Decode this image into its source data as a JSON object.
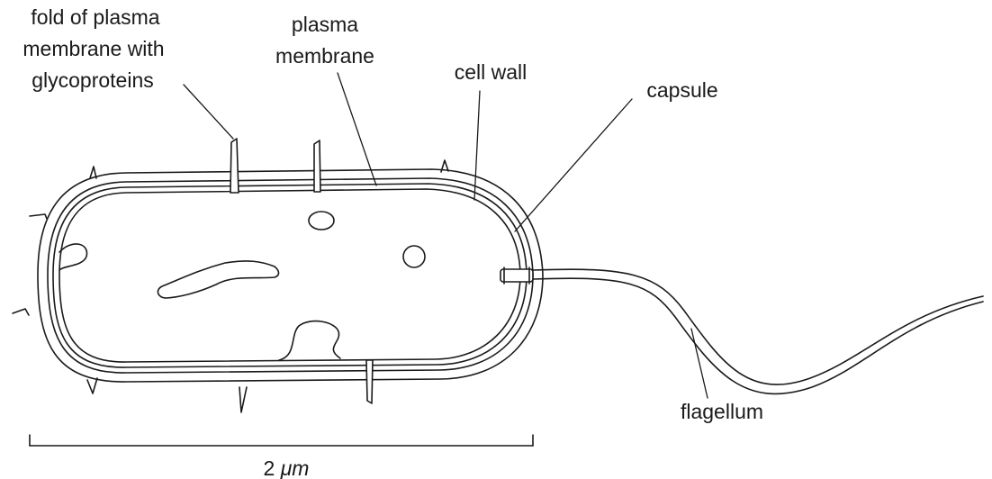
{
  "labels": {
    "fold_line1": "fold of plasma",
    "fold_line2": "membrane with",
    "fold_line3": "glycoproteins",
    "plasma_line1": "plasma",
    "plasma_line2": "membrane",
    "cell_wall": "cell wall",
    "capsule": "capsule",
    "flagellum": "flagellum"
  },
  "scale_bar": {
    "label_number": "2",
    "label_unit": "μm"
  }
}
